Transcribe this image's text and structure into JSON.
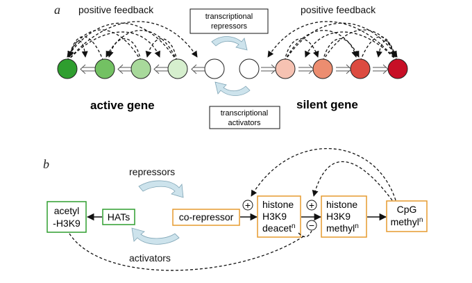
{
  "panel_a": {
    "label": "a",
    "feedback_left": "positive feedback",
    "feedback_right": "positive feedback",
    "repressors_box": [
      "transcriptional",
      "repressors"
    ],
    "activators_box": [
      "transcriptional",
      "activators"
    ],
    "active_gene": "active gene",
    "silent_gene": "silent gene",
    "nodes": [
      {
        "color": "#2f9e2f"
      },
      {
        "color": "#73c163"
      },
      {
        "color": "#a8d99b"
      },
      {
        "color": "#d6efce"
      },
      {
        "color": "#ffffff"
      },
      {
        "color": "#ffffff"
      },
      {
        "color": "#f6c2b2"
      },
      {
        "color": "#ec8d70"
      },
      {
        "color": "#dc4b40"
      },
      {
        "color": "#c70f26"
      }
    ]
  },
  "panel_b": {
    "label": "b",
    "repressors": "repressors",
    "activators": "activators",
    "acetyl_box": [
      "acetyl",
      "-H3K9"
    ],
    "hats_box": "HATs",
    "corepressor_box": "co-repressor",
    "deacet_box": [
      "histone",
      "H3K9",
      "deacet",
      "n"
    ],
    "methyl_box": [
      "histone",
      "H3K9",
      "methyl",
      "n"
    ],
    "cpg_box": [
      "CpG",
      "methyl",
      "n"
    ],
    "plus": "+",
    "minus": "−",
    "green": "#2e9e2e",
    "orange": "#e69a2e"
  }
}
